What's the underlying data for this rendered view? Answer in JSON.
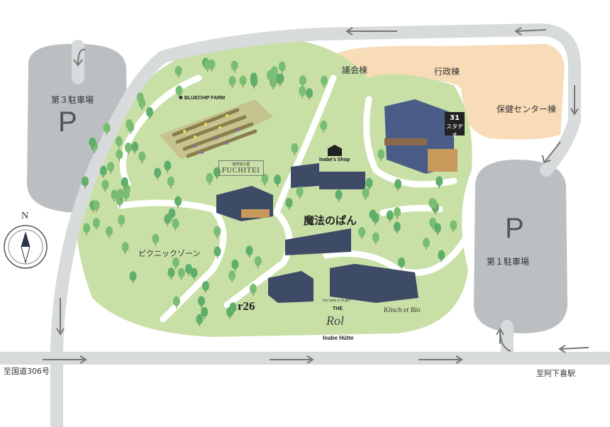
{
  "parking": {
    "p3": {
      "symbol": "P",
      "label": "第３駐車場"
    },
    "p1": {
      "symbol": "P",
      "label": "第１駐車場"
    }
  },
  "buildings": {
    "gikai": "議会棟",
    "gyosei": "行政棟",
    "hoken": "保健センター棟",
    "studio_number": "31",
    "studio_name": "スタヂオ"
  },
  "shops": {
    "bluechip": "BLUECHIP FARM",
    "fuchitei_sub": "食肉加工屋",
    "fuchitei": "FUCHITEI",
    "inabes_shop": "Inabe's Shop",
    "mahou": "魔法のぱん",
    "r26": "r26",
    "the_rol_tagline": "For here or to go?",
    "the": "THE",
    "rol": "Rol",
    "inabe_hutte": "Inabe Hütte",
    "kitsch": "Kitsch et Bio"
  },
  "zones": {
    "picnic": "ピクニックゾーン"
  },
  "directions": {
    "route306": "至国道306号",
    "ageki": "至阿下喜駅"
  },
  "compass": {
    "north": "N"
  },
  "colors": {
    "green": "#c7e0a6",
    "road": "#d9dcdc",
    "parking": "#b9bcbe",
    "orange": "#f7dcb9",
    "building": "#3e4b66"
  }
}
